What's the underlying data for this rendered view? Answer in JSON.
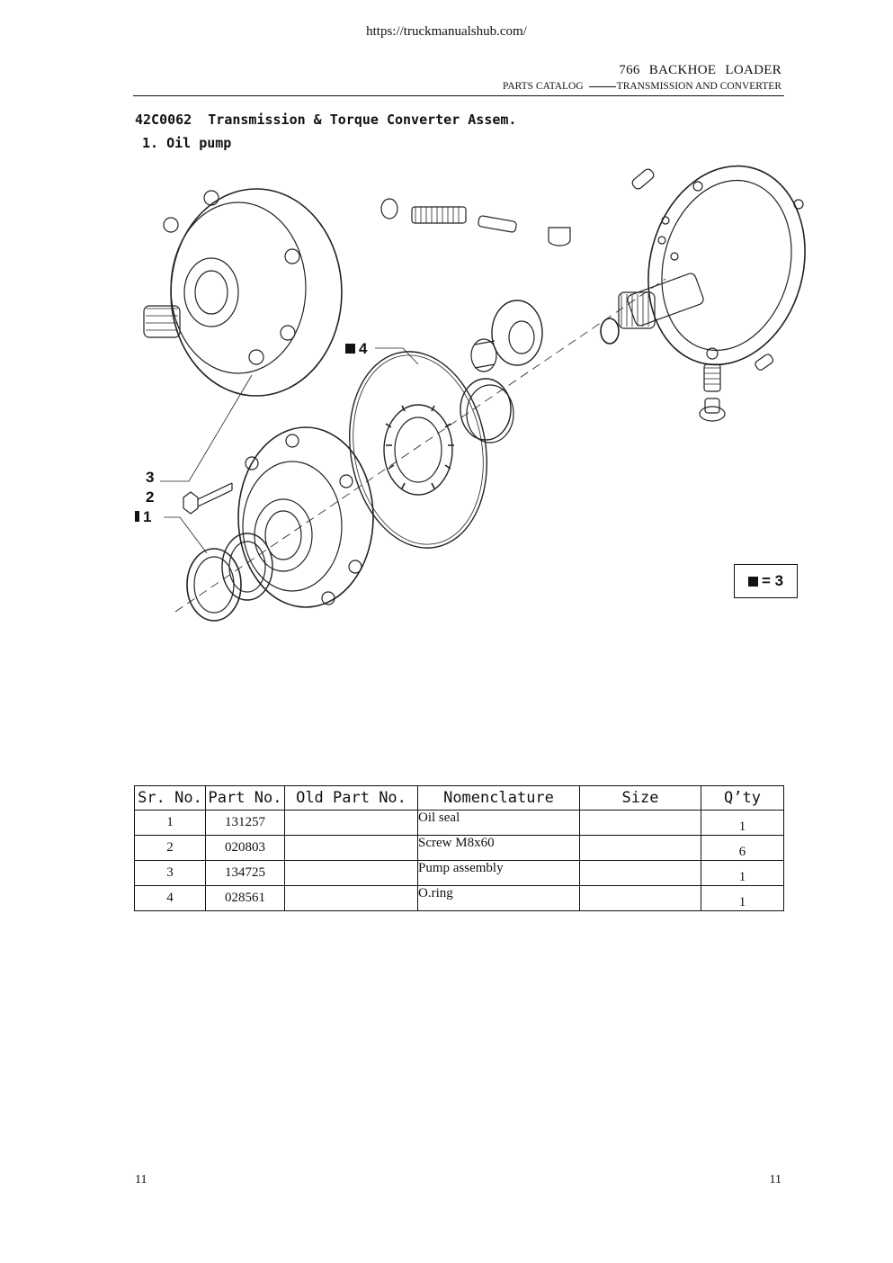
{
  "page": {
    "url": "https://truckmanualshub.com/",
    "header_title": "766   BACKHOE   LOADER",
    "header_sub_left": "PARTS   CATALOG",
    "header_sub_right": "TRANSMISSION AND CONVERTER",
    "section_title": "42C0062  Transmission & Torque Converter Assem.",
    "subsection_title": "1. Oil pump",
    "page_number_left": "11",
    "page_number_right": "11"
  },
  "diagram": {
    "callouts": [
      "1",
      "2",
      "3",
      "4"
    ],
    "legend": "= 3"
  },
  "table": {
    "headers": [
      "Sr. No.",
      "Part No.",
      "Old Part No.",
      "Nomenclature",
      "Size",
      "Q’ty"
    ],
    "rows": [
      {
        "sr": "1",
        "part": "131257",
        "old": "",
        "name": "Oil seal",
        "size": "",
        "qty": "1"
      },
      {
        "sr": "2",
        "part": "020803",
        "old": "",
        "name": "Screw M8x60",
        "size": "",
        "qty": "6"
      },
      {
        "sr": "3",
        "part": "134725",
        "old": "",
        "name": "Pump assembly",
        "size": "",
        "qty": "1"
      },
      {
        "sr": "4",
        "part": "028561",
        "old": "",
        "name": "O.ring",
        "size": "",
        "qty": "1"
      }
    ]
  }
}
